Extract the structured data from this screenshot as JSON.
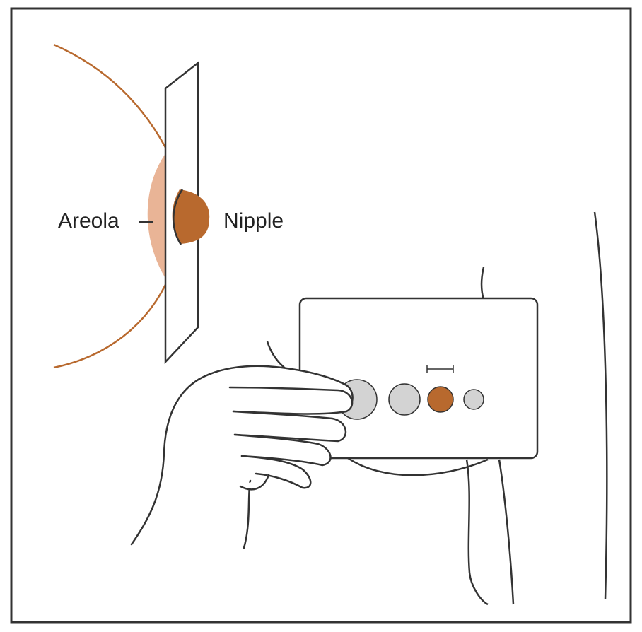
{
  "labels": {
    "areola": "Areola",
    "nipple": "Nipple"
  },
  "colors": {
    "outline": "#333333",
    "breast_curve": "#B8692E",
    "areola_fill": "#E9B496",
    "nipple_fill": "#B8692E",
    "flange_gray": "#D3D3D3",
    "flange_selected": "#B8692E",
    "background": "#FFFFFF"
  },
  "sizer_card": {
    "options": [
      "large-circle",
      "medium-circle",
      "selected-circle",
      "small-circle"
    ],
    "selected_index": 2
  }
}
